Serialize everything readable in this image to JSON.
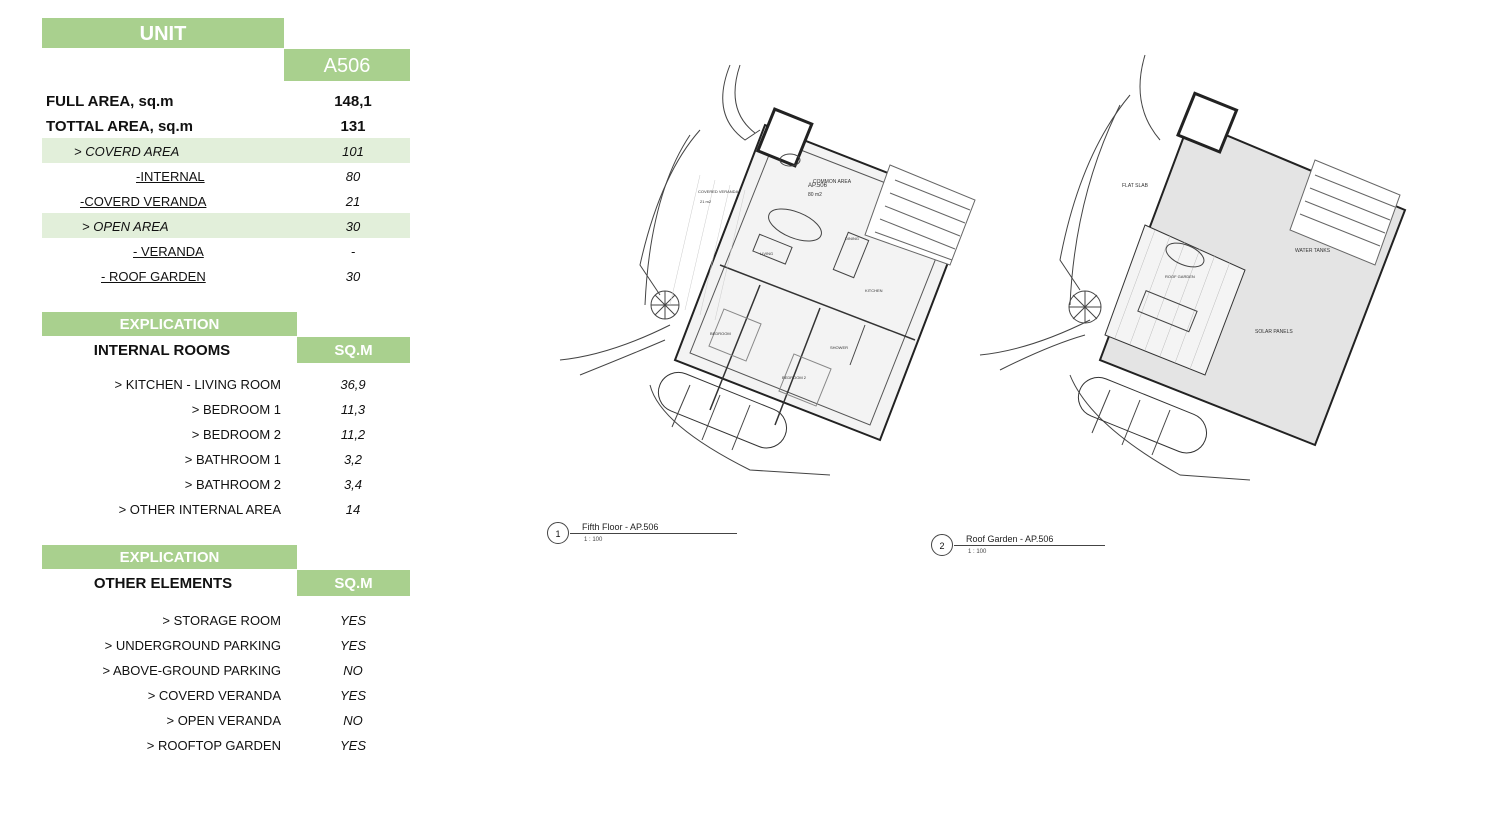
{
  "unit": {
    "header": "UNIT",
    "code": "A506",
    "full_area_label": "FULL AREA, sq.m",
    "full_area_value": "148,1",
    "total_area_label": "TOTTAL AREA, sq.m",
    "total_area_value": "131",
    "rows": [
      {
        "label": "> COVERD AREA",
        "value": "101"
      },
      {
        "label": "-INTERNAL",
        "value": "80"
      },
      {
        "label": "-COVERD VERANDA",
        "value": "21"
      },
      {
        "label": "> OPEN AREA",
        "value": "30"
      },
      {
        "label": "- VERANDA",
        "value": "-"
      },
      {
        "label": "- ROOF GARDEN",
        "value": "30"
      }
    ]
  },
  "internal": {
    "explication": "EXPLICATION",
    "title": "INTERNAL ROOMS",
    "unit_header": "SQ.M",
    "rows": [
      {
        "label": "> KITCHEN - LIVING ROOM",
        "value": "36,9"
      },
      {
        "label": "> BEDROOM 1",
        "value": "11,3"
      },
      {
        "label": "> BEDROOM 2",
        "value": "11,2"
      },
      {
        "label": "> BATHROOM 1",
        "value": "3,2"
      },
      {
        "label": "> BATHROOM 2",
        "value": "3,4"
      },
      {
        "label": "> OTHER INTERNAL AREA",
        "value": "14"
      }
    ]
  },
  "other": {
    "explication": "EXPLICATION",
    "title": "OTHER ELEMENTS",
    "unit_header": "SQ.M",
    "rows": [
      {
        "label": "> STORAGE ROOM",
        "value": "YES"
      },
      {
        "label": "> UNDERGROUND PARKING",
        "value": "YES"
      },
      {
        "label": "> ABOVE-GROUND PARKING",
        "value": "NO"
      },
      {
        "label": "> COVERD VERANDA",
        "value": "YES"
      },
      {
        "label": "> OPEN VERANDA",
        "value": "NO"
      },
      {
        "label": "> ROOFTOP GARDEN",
        "value": "YES"
      }
    ]
  },
  "plans": [
    {
      "number": "1",
      "title": "Fifth Floor - AP.506",
      "scale": "1 : 100"
    },
    {
      "number": "2",
      "title": "Roof Garden - AP.506",
      "scale": "1 : 100"
    }
  ],
  "plan_labels": {
    "apartment": "AP.506",
    "apartment_area": "80 m2",
    "common_area": "COMMON AREA",
    "covered_veranda": "COVERED VERANDA",
    "veranda_area": "21 m2",
    "living": "LIVING",
    "dining": "DINING",
    "kitchen": "KITCHEN",
    "bedroom": "BEDROOM",
    "bedroom2": "BEDROOM 2",
    "shower": "SHOWER",
    "flat_slab": "FLAT SLAB",
    "water_tanks": "WATER TANKS",
    "solar_panels": "SOLAR PANELS",
    "roof_garden": "ROOF GARDEN"
  }
}
